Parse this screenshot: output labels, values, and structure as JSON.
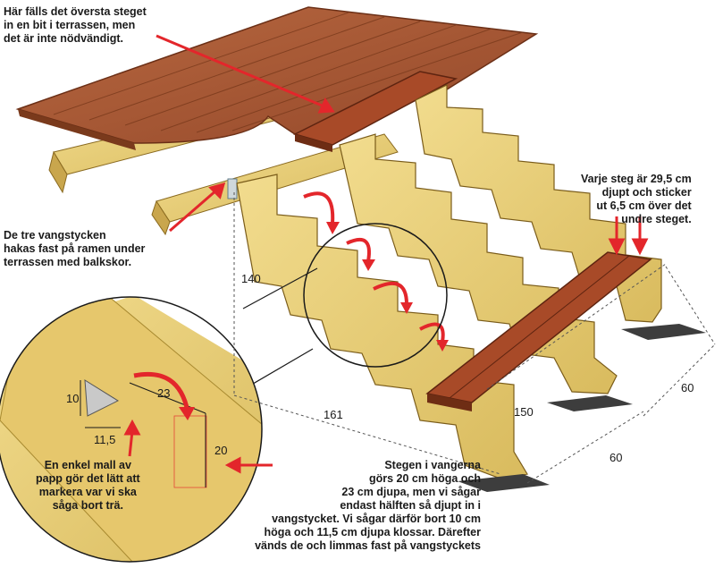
{
  "annotations": {
    "top_left": [
      "Här fälls det översta steget",
      "in en bit i terrassen, men",
      "det är inte nödvändigt."
    ],
    "mid_left": [
      "De tre vangstycken",
      "hakas fast på ramen under",
      "terrassen med balkskor."
    ],
    "top_right": [
      "Varje steg är 29,5 cm",
      "djupt och sticker",
      "ut 6,5 cm över det",
      "undre steget."
    ],
    "bottom_left": [
      "En enkel mall av",
      "papp gör det lätt att",
      "markera var vi ska",
      "såga bort trä."
    ],
    "bottom_center": [
      "Stegen i vangerna",
      "görs 20 cm höga och",
      "23 cm djupa, men vi sågar",
      "endast hälften så djupt in i",
      "vangstycket. Vi sågar därför bort 10 cm",
      "höga och 11,5 cm djupa klossar. Därefter",
      "vänds de och limmas fast på vangstyckets"
    ]
  },
  "dimensions": {
    "height_140": "140",
    "run_161": "161",
    "step_width_150": "150",
    "right_60_upper": "60",
    "right_60_lower": "60",
    "detail_23": "23",
    "detail_10": "10",
    "detail_11_5": "11,5",
    "detail_20": "20"
  },
  "colors": {
    "deck_wood": "#a0522d",
    "pine": "#e9cf7a",
    "arrow_red": "#e3262b",
    "ground_pad": "#4a4a4a"
  }
}
